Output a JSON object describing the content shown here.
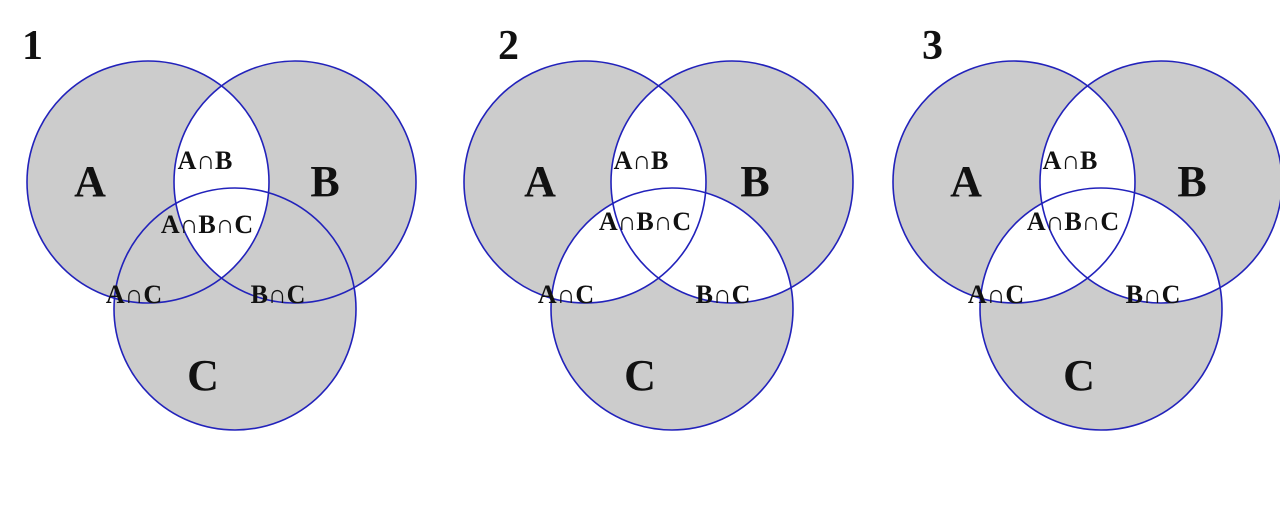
{
  "colors": {
    "shaded": "#cccccc",
    "unshaded": "#ffffff",
    "circle_stroke": "#2222bb",
    "text": "#111111"
  },
  "diagrams": [
    {
      "number": "1",
      "sets": {
        "a": "A",
        "b": "B",
        "c": "C"
      },
      "regions": {
        "ab": "A∩B",
        "abc": "A∩B∩C",
        "ac": "A∩C",
        "bc": "B∩C"
      },
      "white_regions": [
        "ab",
        "abc"
      ]
    },
    {
      "number": "2",
      "sets": {
        "a": "A",
        "b": "B",
        "c": "C"
      },
      "regions": {
        "ab": "A∩B",
        "abc": "A∩B∩C",
        "ac": "A∩C",
        "bc": "B∩C"
      },
      "white_regions": [
        "ab",
        "abc",
        "ac",
        "bc"
      ]
    },
    {
      "number": "3",
      "sets": {
        "a": "A",
        "b": "B",
        "c": "C"
      },
      "regions": {
        "ab": "A∩B",
        "abc": "A∩B∩C",
        "ac": "A∩C",
        "bc": "B∩C"
      },
      "white_regions": [
        "ab",
        "abc",
        "ac",
        "bc"
      ]
    }
  ]
}
